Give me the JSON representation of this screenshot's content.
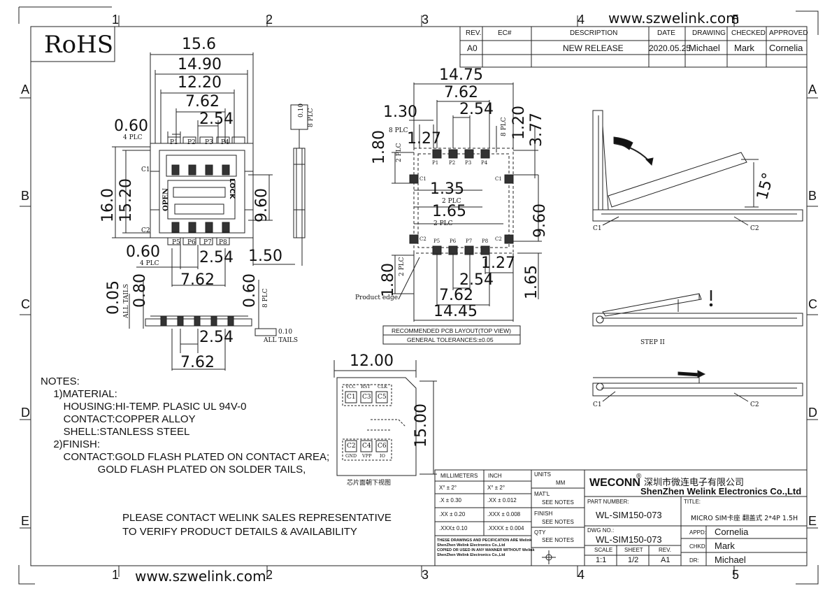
{
  "header": {
    "url_top": "www.szwelink.com",
    "url_bottom": "www.szwelink.com",
    "rohs": "RoHS"
  },
  "zones": {
    "columns": [
      "1",
      "2",
      "3",
      "4",
      "5"
    ],
    "rows": [
      "A",
      "B",
      "C",
      "D",
      "E"
    ]
  },
  "revision": {
    "headers": [
      "REV.",
      "EC#",
      "DESCRIPTION",
      "DATE",
      "DRAWING",
      "CHECKED",
      "APPROVED"
    ],
    "row": [
      "A0",
      "",
      "NEW RELEASE",
      "2020.05.25",
      "Michael",
      "Mark",
      "Cornelia"
    ]
  },
  "front_view": {
    "dims": [
      "15.6",
      "14.90",
      "12.20",
      "7.62",
      "2.54",
      "0.60",
      "16.0",
      "15.20",
      "9.60",
      "0.60",
      "2.54",
      "1.50",
      "7.62",
      "0.05",
      "0.80",
      "0.60",
      "2.54",
      "7.62"
    ],
    "notes": [
      "4 PLC",
      "4 PLC",
      "ALL TAILS",
      "8 PLC",
      "ALL TAILS"
    ],
    "pins_top": [
      "P1",
      "P2",
      "P3",
      "P4"
    ],
    "pins_bottom": [
      "P5",
      "P6",
      "P7",
      "P8"
    ],
    "labels": [
      "OPEN",
      "LOCK",
      "C1",
      "C2"
    ],
    "flatness": "0.10"
  },
  "side_view": {
    "flatness": "0.10",
    "note": "8 PLC",
    "dim": "1.50"
  },
  "pcb_layout": {
    "dims": [
      "14.75",
      "7.62",
      "2.54",
      "1.30",
      "1.27",
      "1.20",
      "3.77",
      "1.80",
      "1.35",
      "1.65",
      "9.60",
      "1.27",
      "1.80",
      "2.54",
      "1.65",
      "7.62",
      "14.45"
    ],
    "notes": [
      "8 PLC",
      "8 PLC",
      "2 PLC",
      "2 PLC",
      "2 PLC",
      "2 PLC"
    ],
    "pads_top": [
      "P1",
      "P2",
      "P3",
      "P4"
    ],
    "pads_bottom": [
      "P5",
      "P6",
      "P7",
      "P8"
    ],
    "side_pads": [
      "C1",
      "C1",
      "C2",
      "C2"
    ],
    "product_edge": "Product edge",
    "caption": "RECOMMENDED PCB LAYOUT(TOP VIEW)",
    "tolerance": "GENERAL TOLERANCES:±0.05"
  },
  "card": {
    "width": "12.00",
    "height": "15.00",
    "top_labels": [
      "VCC",
      "RST",
      "CLK"
    ],
    "top_contacts": [
      "C1",
      "C3",
      "C5"
    ],
    "bottom_contacts": [
      "C2",
      "C4",
      "C6"
    ],
    "bottom_labels": [
      "GND",
      "VPP",
      "IO"
    ],
    "caption": "芯片面朝下视图"
  },
  "step_views": {
    "angle": "15°",
    "labels": [
      "C1",
      "C2",
      "C1",
      "C2"
    ],
    "step2": "STEP II"
  },
  "notes": {
    "lines": [
      "NOTES:",
      "  1)MATERIAL:",
      "    HOUSING:HI-TEMP. PLASIC UL 94V-0",
      "    CONTACT:COPPER ALLOY",
      "    SHELL:STANLESS STEEL",
      "  2)FINISH:",
      "   CONTACT:GOLD FLASH PLATED ON CONTACT AREA;",
      "          GOLD FLASH PLATED ON SOLDER TAILS,"
    ],
    "contact_1": "PLEASE CONTACT WELINK SALES REPRESENTATIVE",
    "contact_2": "TO VERIFY PRODUCT DETAILS & AVAILABILITY"
  },
  "title_block": {
    "tol_head_mm": "MILLIMETERS",
    "tol_head_inch": "INCH",
    "tol_rows": [
      [
        "X°  ± 2°",
        "X°  ± 2°"
      ],
      [
        ".X  ± 0.30",
        ".XX  ± 0.012"
      ],
      [
        ".XX ± 0.20",
        ".XXX ± 0.008"
      ],
      [
        ".XXX± 0.10",
        ".XXXX ± 0.004"
      ]
    ],
    "units_label": "UNITS",
    "units_val": "MM",
    "matl_label": "MAT'L",
    "matl_val": "SEE NOTES",
    "finish_label": "FINISH",
    "finish_val": "SEE NOTES",
    "qty_label": "QTY",
    "qty_val": "SEE NOTES",
    "disclaimer": [
      "THESE DRAWINGS AND PECIFICATION  ARE Welink",
      "ShenZhen Welink Electronics Co.,Ltd",
      "COPIED OR USED IN ANY MANNER WITHOUT Welink",
      "ShenZhen Welink Electronics Co.,Ltd"
    ],
    "brand": "WECONN",
    "reg": "®",
    "company_cn": "深圳市微连电子有限公司",
    "company_en": "ShenZhen Welink Electronics Co.,Ltd",
    "part_label": "PART NUMBER:",
    "part_no": "WL-SIM150-073",
    "title_label": "TITLE:",
    "title": "MICRO SIM卡座 翻盖式 2*4P 1.5H",
    "dwg_label": "DWG NO.:",
    "dwg_no": "WL-SIM150-073",
    "scale_label": "SCALE",
    "scale": "1:1",
    "sheet_label": "SHEET",
    "sheet": "1/2",
    "rev_label": "REV.",
    "rev": "A1",
    "appd_label": "APPD:",
    "appd": "Cornelia",
    "chkd_label": "CHKD:",
    "chkd": "Mark",
    "dr_label": "DR:",
    "dr": "Michael"
  }
}
